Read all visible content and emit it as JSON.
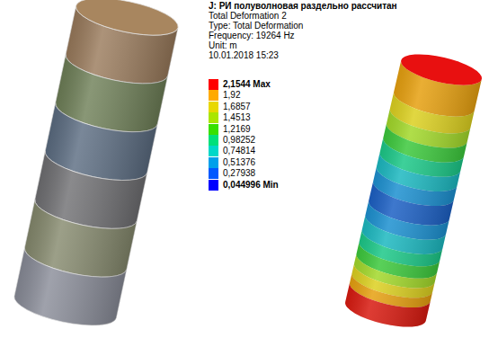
{
  "diagram": {
    "title": "J: РИ полуволновая раздельно рассчитан",
    "labels": [
      "Total Deformation 2",
      "Type: Total Deformation",
      "Frequency: 19264 Hz",
      "Unit: m",
      "10.01.2018 15:23"
    ],
    "legend": [
      {
        "text": "2,1544 Max",
        "color": "#ff0000"
      },
      {
        "text": "1,92",
        "color": "#ffaa00"
      },
      {
        "text": "1,6857",
        "color": "#e8d800"
      },
      {
        "text": "1,4513",
        "color": "#aae600"
      },
      {
        "text": "1,2169",
        "color": "#38e000"
      },
      {
        "text": "0,98252",
        "color": "#00e07a"
      },
      {
        "text": "0,74814",
        "color": "#00d8c8"
      },
      {
        "text": "0,51376",
        "color": "#00a0ea"
      },
      {
        "text": "0,27938",
        "color": "#0058ff"
      },
      {
        "text": "0,044996 Min",
        "color": "#0000ff"
      }
    ]
  }
}
